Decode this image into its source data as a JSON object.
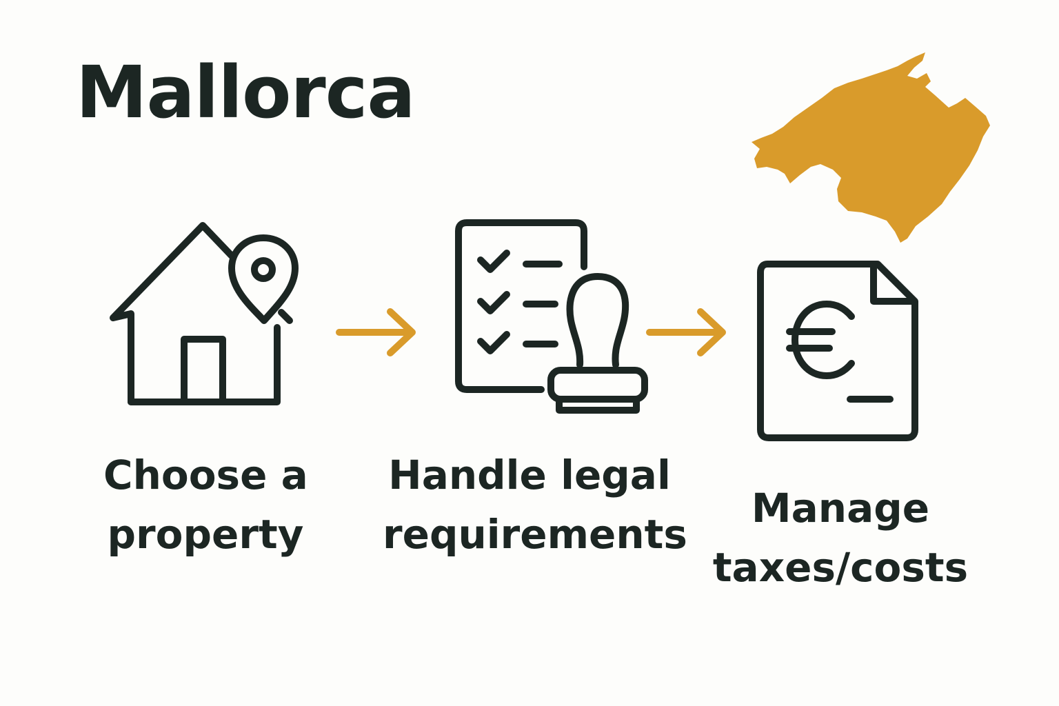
{
  "title": "Mallorca",
  "colors": {
    "ink": "#1c2623",
    "accent": "#d99b2b",
    "background": "#fdfdfb"
  },
  "map": {
    "icon": "mallorca-island-map"
  },
  "steps": [
    {
      "icon": "house-location-icon",
      "line1": "Choose a",
      "line2": "property"
    },
    {
      "icon": "checklist-stamp-icon",
      "line1": "Handle legal",
      "line2": "requirements"
    },
    {
      "icon": "euro-document-icon",
      "line1": "Manage",
      "line2": "taxes/costs"
    }
  ]
}
